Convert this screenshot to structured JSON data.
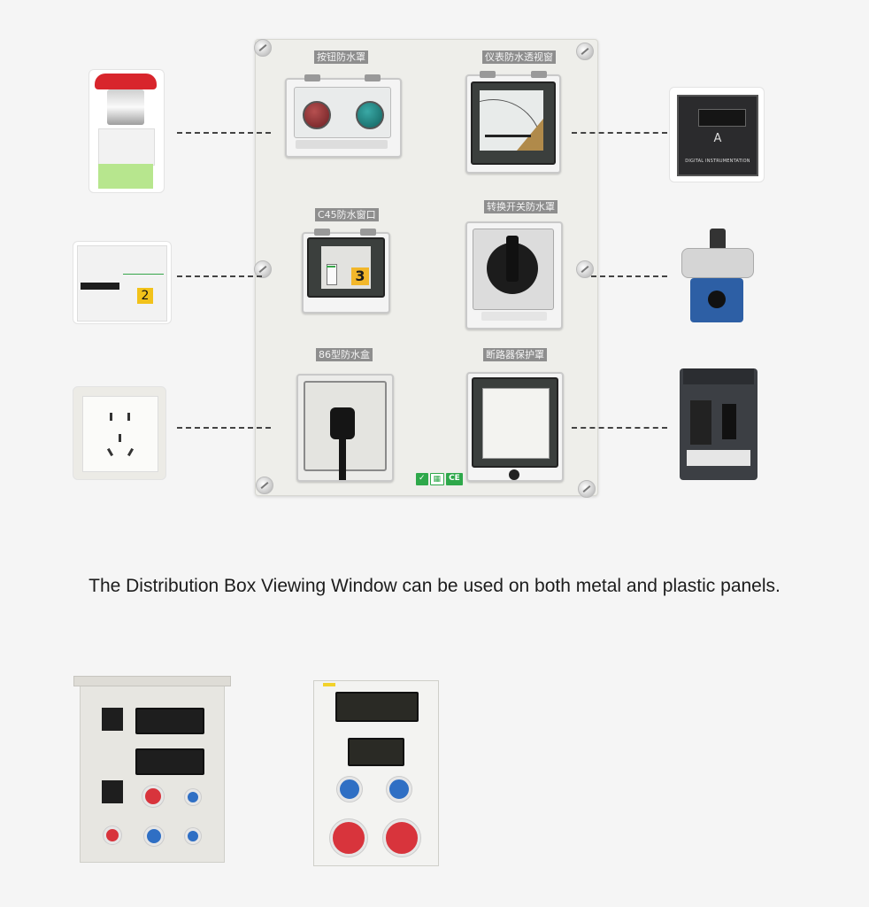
{
  "panel": {
    "labels": [
      "按钮防水罩",
      "仪表防水透视窗",
      "C45防水窗口",
      "转换开关防水罩",
      "86型防水盒",
      "断路器保护罩"
    ],
    "c45_number": "3",
    "cert_marks": [
      "✓",
      "CE"
    ]
  },
  "left_components": [
    {
      "name": "emergency stop button",
      "icon": "emergency-stop-button"
    },
    {
      "name": "modular breaker",
      "icon": "breaker-icon",
      "number": "2"
    },
    {
      "name": "wall socket",
      "icon": "socket-outlet-icon"
    }
  ],
  "right_components": [
    {
      "name": "digital meter",
      "icon": "digital-meter-icon",
      "unit": "A",
      "text": "DIGITAL INSTRUMENTATION"
    },
    {
      "name": "rotary changeover switch",
      "icon": "rotary-switch-icon"
    },
    {
      "name": "molded case circuit breaker",
      "icon": "mccb-icon"
    }
  ],
  "caption": "The Distribution Box Viewing Window can be used on both metal and plastic panels.",
  "colors": {
    "background": "#f5f5f5",
    "label_bg": "#8e8e8e",
    "socket_red": "#d8343c",
    "socket_blue": "#2f6fc4",
    "cert_green": "#2ea84a"
  }
}
